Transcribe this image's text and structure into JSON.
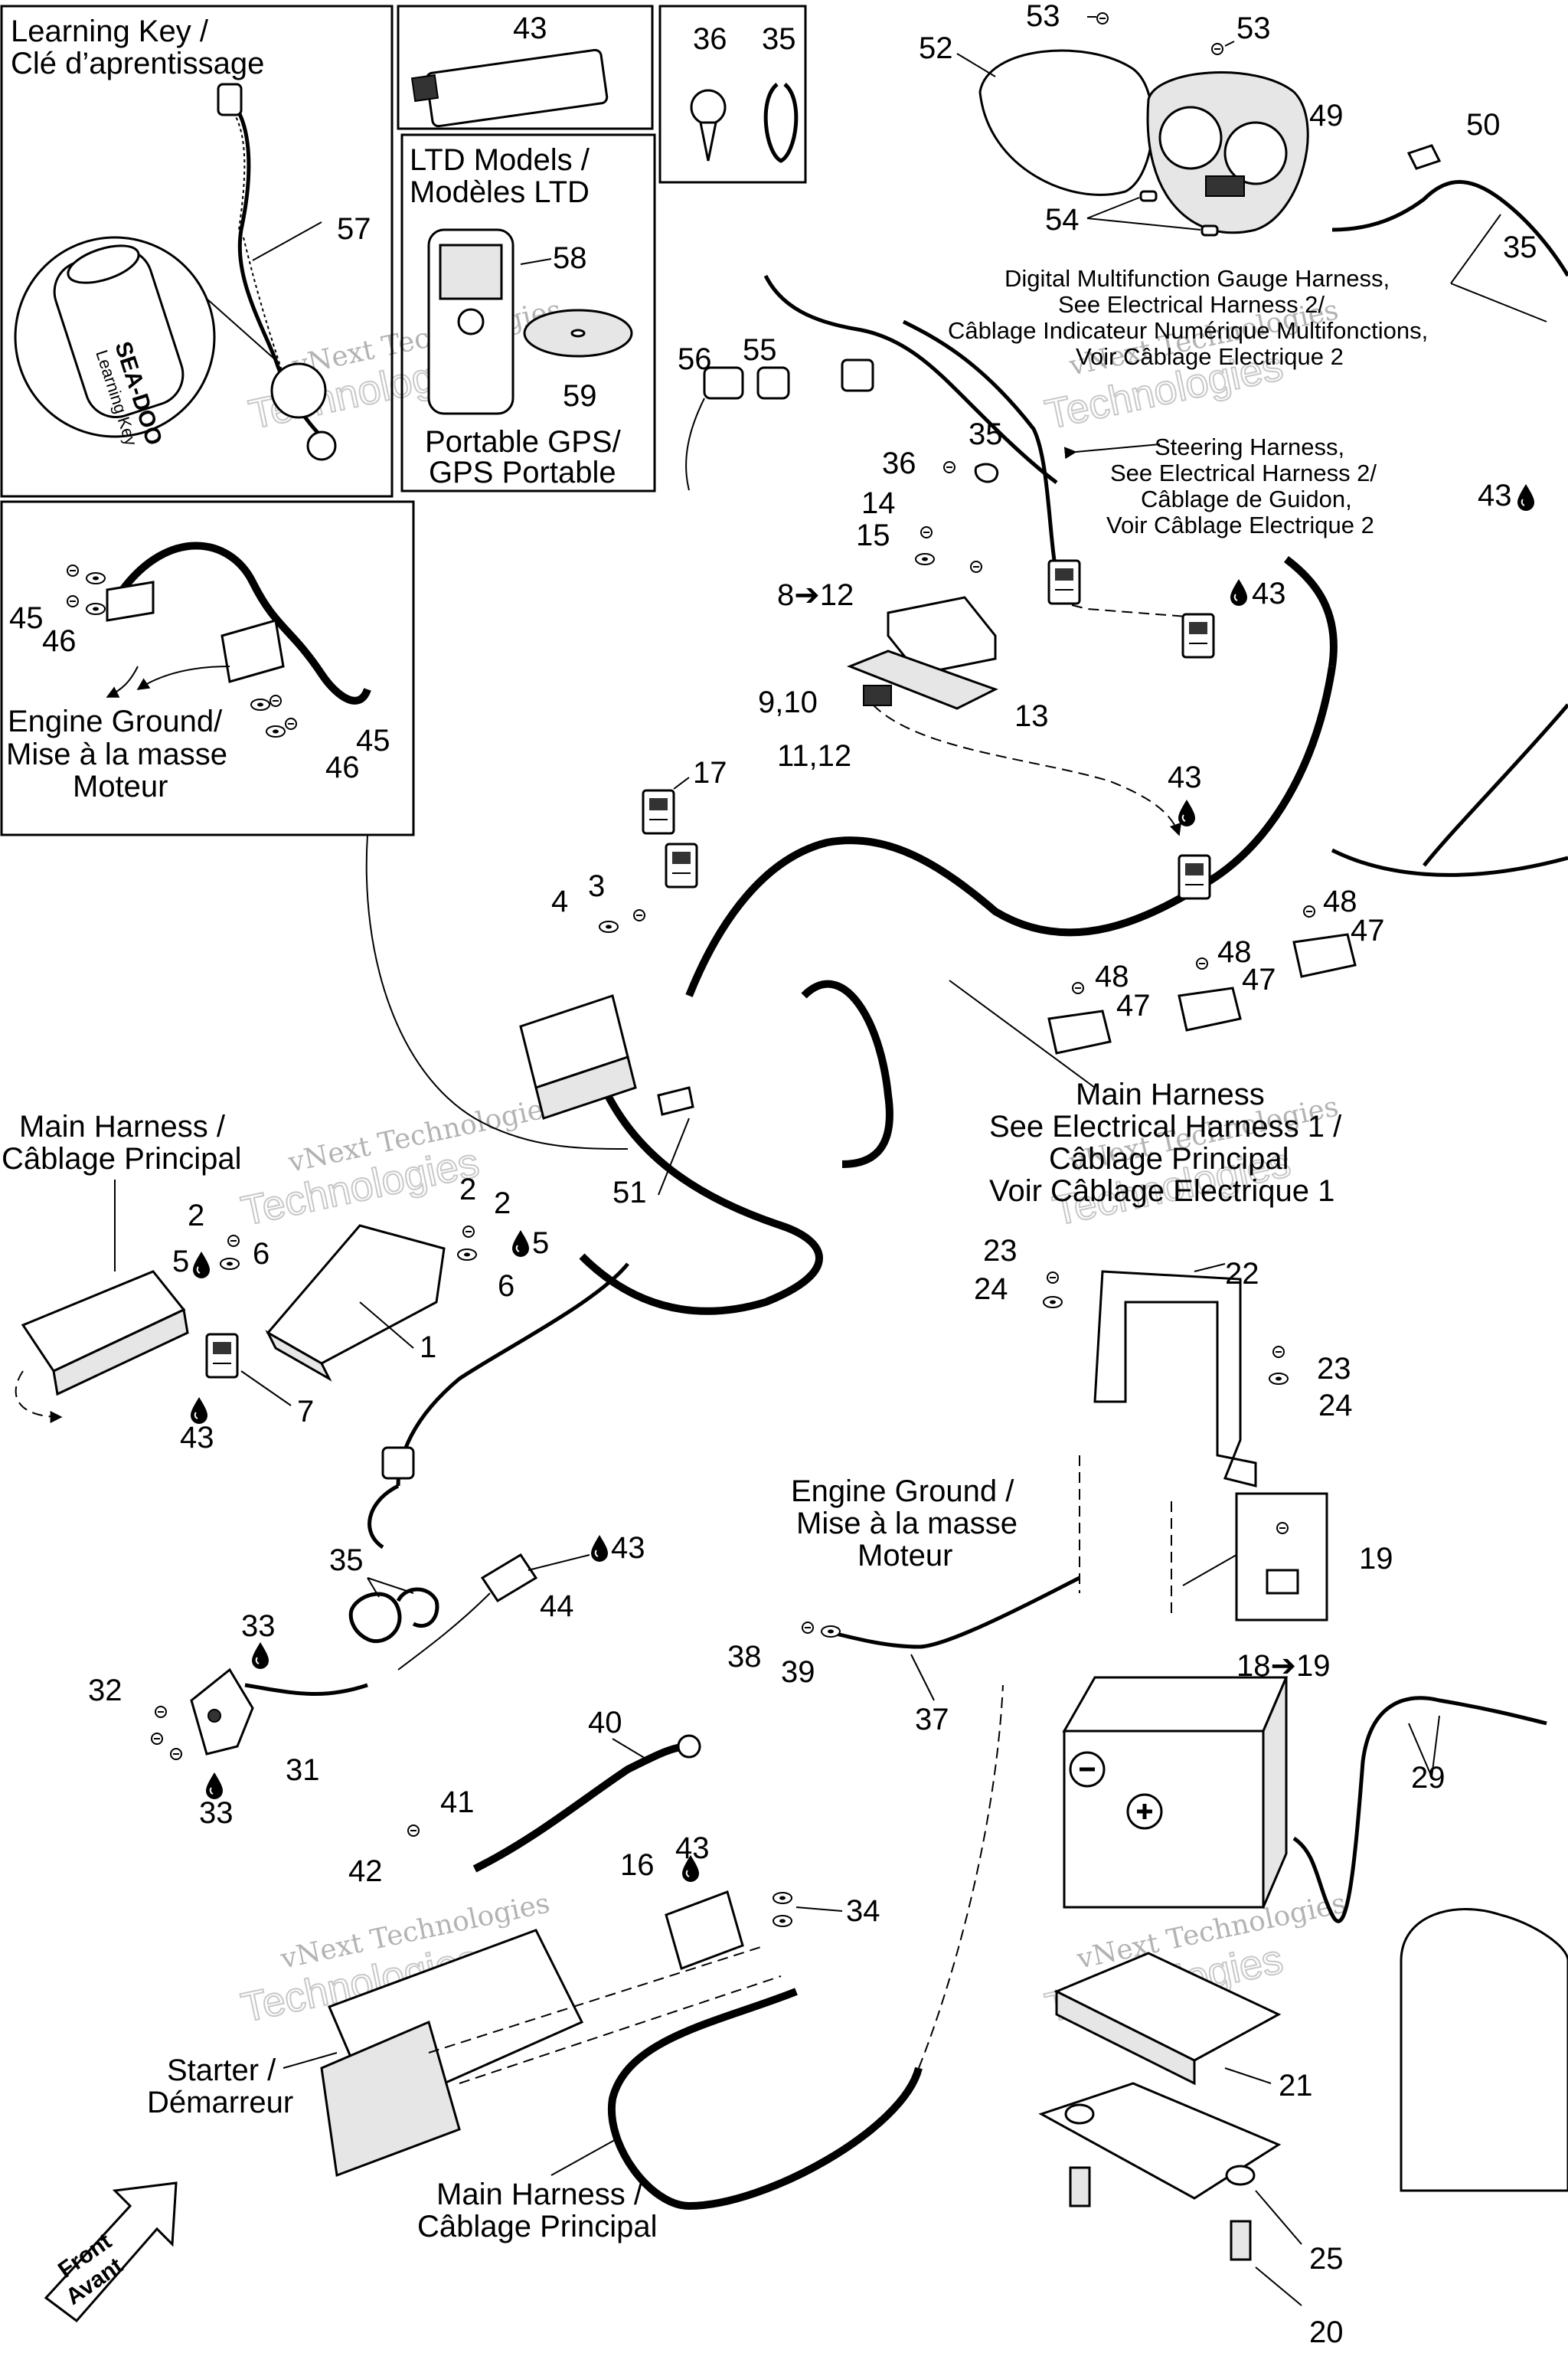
{
  "panels": {
    "learning_key": {
      "title_line1": "Learning Key /",
      "title_line2": "Clé d’aprentissage",
      "key_text1": "SEA-DOO",
      "key_text2": "Learning Key"
    },
    "ltd": {
      "title_line1": "LTD Models /",
      "title_line2": "Modèles LTD",
      "gps_line1": "Portable GPS/",
      "gps_line2": "GPS Portable"
    },
    "engine_ground_box": {
      "line1": "Engine Ground/",
      "line2": "Mise à la masse",
      "line3": "Moteur"
    }
  },
  "callouts": {
    "gauge_harness": {
      "line1": "Digital Multifunction Gauge Harness,",
      "line2": "See Electrical Harness 2/",
      "line3": "Câblage Indicateur Numérique Multifonctions,",
      "line4": "Voir Câblage Electrique 2"
    },
    "steering_harness": {
      "line1": "Steering Harness,",
      "line2": "See Electrical Harness 2/",
      "line3": "Câblage de Guidon,",
      "line4": "Voir Câblage Electrique 2"
    },
    "main_harness_right": {
      "line1": "Main Harness",
      "line2": "See Electrical Harness 1 /",
      "line3": "Câblage Principal",
      "line4": "Voir Câblage Electrique 1"
    },
    "main_harness_left": {
      "line1": "Main Harness /",
      "line2": "Câblage Principal"
    },
    "engine_ground": {
      "line1": "Engine Ground /",
      "line2": "Mise à la masse",
      "line3": "Moteur"
    },
    "starter": {
      "line1": "Starter /",
      "line2": "Démarreur"
    },
    "main_harness_bottom": {
      "line1": "Main Harness /",
      "line2": "Câblage Principal"
    },
    "front": {
      "line1": "Front",
      "line2": "Avant"
    }
  },
  "watermark": {
    "line1": "vNext Technologies",
    "line2": "Technologies"
  },
  "part_numbers": {
    "p1": "1",
    "p2a": "2",
    "p2b": "2",
    "p2c": "2",
    "p3": "3",
    "p4": "4",
    "p5a": "5",
    "p5b": "5",
    "p6a": "6",
    "p6b": "6",
    "p7": "7",
    "p8_12": "8➔12",
    "p9_10": "9,10",
    "p11_12": "11,12",
    "p13": "13",
    "p14": "14",
    "p15": "15",
    "p16": "16",
    "p17": "17",
    "p18_19": "18➔19",
    "p19": "19",
    "p20": "20",
    "p21": "21",
    "p22": "22",
    "p23a": "23",
    "p23b": "23",
    "p24a": "24",
    "p24b": "24",
    "p25": "25",
    "p29": "29",
    "p31": "31",
    "p32": "32",
    "p33a": "33",
    "p33b": "33",
    "p34": "34",
    "p35a": "35",
    "p35b": "35",
    "p35c": "35",
    "p35d": "35",
    "p36a": "36",
    "p36b": "36",
    "p37": "37",
    "p38": "38",
    "p39": "39",
    "p40": "40",
    "p41": "41",
    "p42": "42",
    "p43a": "43",
    "p43b": "43",
    "p43c": "43",
    "p43d": "43",
    "p43e": "43",
    "p43f": "43",
    "p43g": "43",
    "p44": "44",
    "p45a": "45",
    "p45b": "45",
    "p46a": "46",
    "p46b": "46",
    "p47a": "47",
    "p47b": "47",
    "p47c": "47",
    "p48a": "48",
    "p48b": "48",
    "p48c": "48",
    "p49": "49",
    "p50": "50",
    "p51": "51",
    "p52": "52",
    "p53a": "53",
    "p53b": "53",
    "p54": "54",
    "p55": "55",
    "p56": "56",
    "p57": "57",
    "p58": "58",
    "p59": "59"
  },
  "icons": {
    "drop": "liquid-drop-icon",
    "arrow": "right-arrow-icon"
  }
}
